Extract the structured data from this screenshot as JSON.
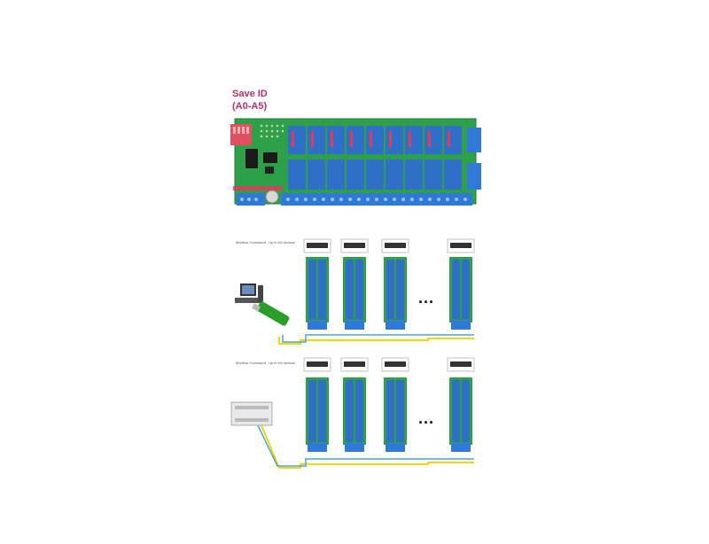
{
  "top_board": {
    "label_line1": "Save ID",
    "label_line2": "(A0-A5)"
  },
  "diagram_rows": [
    {
      "caption": "Modbus Command , Up to 64 devices",
      "host": "PC",
      "host_icon": "desktop-computer-icon"
    },
    {
      "caption": "Modbus Command , Up to 64 devices",
      "host": "PLC",
      "host_icon": "plc-icon"
    }
  ],
  "ellipsis": "...",
  "colors": {
    "relay_blue": "#2f6fc8",
    "pcb_green": "#2fa04a",
    "dip_red": "#e05060",
    "wire_yellow": "#f2d60a",
    "wire_blue": "#4aa0e0"
  }
}
